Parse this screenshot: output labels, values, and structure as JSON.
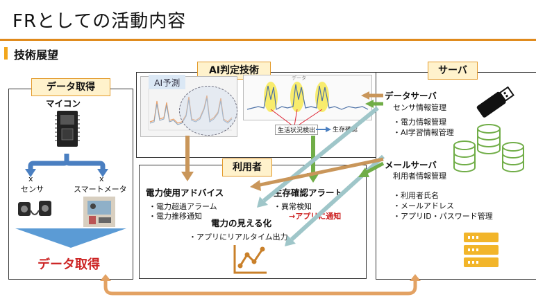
{
  "header": {
    "title": "FRとしての活動内容",
    "section": "技術展望"
  },
  "data_acquisition": {
    "tag": "データ取得",
    "microcontroller": "マイコン",
    "sensor_x": "x",
    "sensor": "センサ",
    "meter_x": "x",
    "smart_meter": "スマートメータ",
    "footer": "データ取得"
  },
  "ai": {
    "tag": "AI判定技術",
    "prediction_label": "AI予測",
    "chart_title": "データ",
    "life_detect": "生活状況検出",
    "survival_check": "生存確認"
  },
  "user": {
    "tag": "利用者",
    "advice_title": "電力使用アドバイス",
    "advice_items": [
      "・電力超過アラーム",
      "・電力推移通知"
    ],
    "alert_title": "生存確認アラート",
    "alert_item": "・異常検知",
    "alert_notify": "→アプリに通知",
    "visual_title": "電力の見える化",
    "visual_item": "・アプリにリアルタイム出力"
  },
  "server": {
    "tag": "サーバ",
    "data_server": "データサーバ",
    "sensor_info": "センサ情報管理",
    "data_items": [
      "・電力情報管理",
      "・AI学習情報管理"
    ],
    "mail_server": "メールサーバ",
    "user_info": "利用者情報管理",
    "mail_items": [
      "・利用者氏名",
      "・メールアドレス",
      "・アプリID・パスワード管理"
    ]
  },
  "colors": {
    "accent": "#e08a1c",
    "tag_fill": "#fff2cc",
    "blue_arrow": "#4a7fc1",
    "green_arrow": "#70ad47",
    "orange_arrow": "#c9965a",
    "teal_arrow": "#9fc6c9",
    "alert_red": "#cc2222",
    "highlight": "#f7e84a"
  }
}
